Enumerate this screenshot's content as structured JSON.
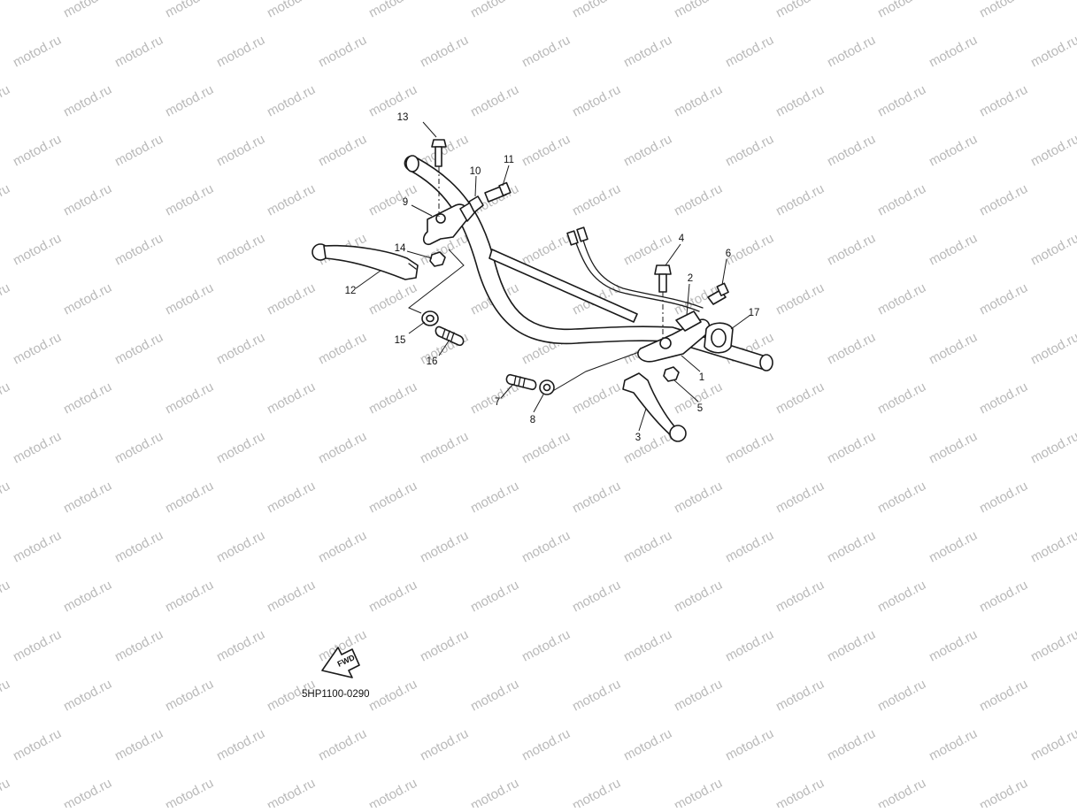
{
  "watermark": "motod.ru",
  "diagram_code": "5HP1100-0290",
  "fwd_label": "FWD",
  "callouts": [
    "1",
    "2",
    "3",
    "4",
    "5",
    "6",
    "7",
    "8",
    "9",
    "10",
    "11",
    "12",
    "13",
    "14",
    "15",
    "16",
    "17"
  ]
}
